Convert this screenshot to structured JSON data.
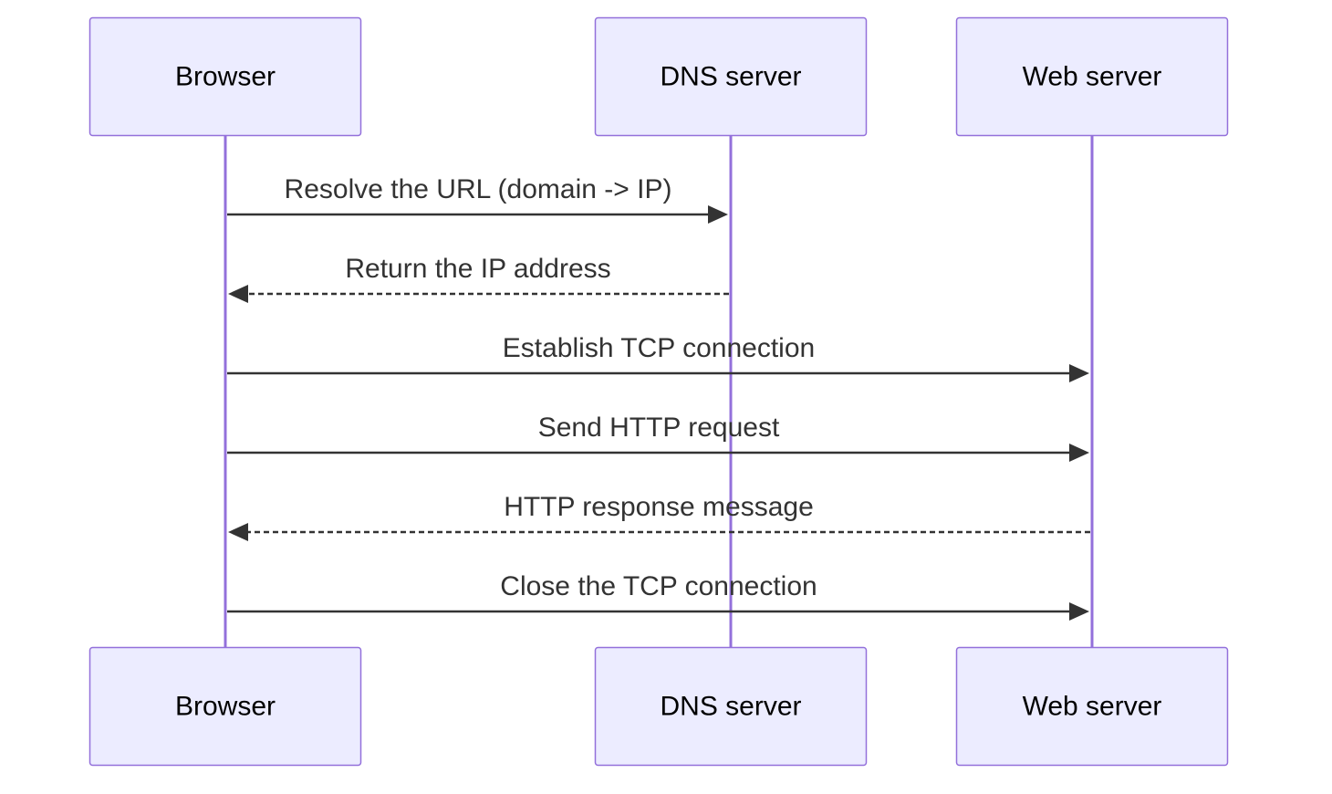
{
  "participants": [
    {
      "id": "browser",
      "label": "Browser"
    },
    {
      "id": "dns",
      "label": "DNS server"
    },
    {
      "id": "web",
      "label": "Web server"
    }
  ],
  "messages": [
    {
      "from": "browser",
      "to": "dns",
      "label": "Resolve the URL (domain -> IP)",
      "style": "solid"
    },
    {
      "from": "dns",
      "to": "browser",
      "label": "Return the IP address",
      "style": "dashed"
    },
    {
      "from": "browser",
      "to": "web",
      "label": "Establish TCP connection",
      "style": "solid"
    },
    {
      "from": "browser",
      "to": "web",
      "label": "Send HTTP request",
      "style": "solid"
    },
    {
      "from": "web",
      "to": "browser",
      "label": "HTTP response message",
      "style": "dashed"
    },
    {
      "from": "browser",
      "to": "web",
      "label": "Close the TCP connection",
      "style": "solid"
    }
  ],
  "colors": {
    "actor_fill": "#ECECFF",
    "actor_stroke": "#9370DB",
    "lifeline": "#9370DB",
    "message": "#333333"
  }
}
